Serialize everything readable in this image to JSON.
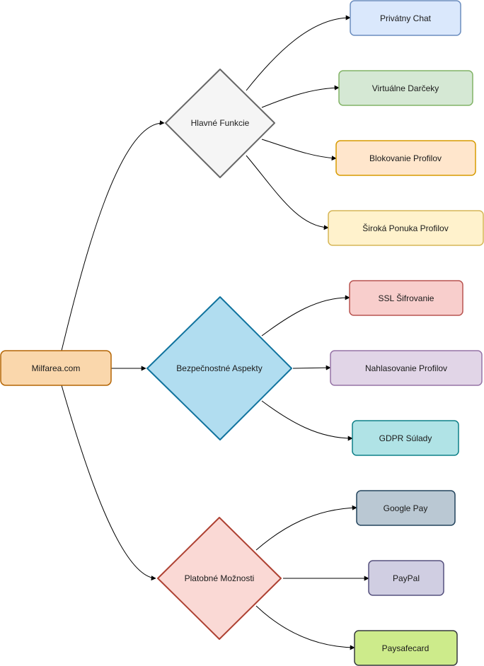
{
  "root": {
    "label": "Milfarea.com",
    "fill": "#fad7ac",
    "stroke": "#b46504"
  },
  "branches": [
    {
      "label": "Hlavné Funkcie",
      "fill": "#f5f5f5",
      "stroke": "#666666",
      "children": [
        {
          "label": "Privátny Chat",
          "fill": "#dae8fc",
          "stroke": "#6c8ebf"
        },
        {
          "label": "Virtuálne Darčeky",
          "fill": "#d5e8d4",
          "stroke": "#82b366"
        },
        {
          "label": "Blokovanie Profilov",
          "fill": "#ffe6cc",
          "stroke": "#d79b00"
        },
        {
          "label": "Široká Ponuka Profilov",
          "fill": "#fff2cc",
          "stroke": "#d6b656"
        }
      ]
    },
    {
      "label": "Bezpečnostné Aspekty",
      "fill": "#b1ddf0",
      "stroke": "#10739e",
      "children": [
        {
          "label": "SSL Šifrovanie",
          "fill": "#f8cecc",
          "stroke": "#b85450"
        },
        {
          "label": "Nahlasovanie Profilov",
          "fill": "#e1d5e7",
          "stroke": "#9673a6"
        },
        {
          "label": "GDPR Súlady",
          "fill": "#b0e3e6",
          "stroke": "#0e8088"
        }
      ]
    },
    {
      "label": "Platobné Možnosti",
      "fill": "#fad9d5",
      "stroke": "#ae4132",
      "children": [
        {
          "label": "Google Pay",
          "fill": "#bac8d3",
          "stroke": "#23445d"
        },
        {
          "label": "PayPal",
          "fill": "#d0cee2",
          "stroke": "#56517e"
        },
        {
          "label": "Paysafecard",
          "fill": "#cdeb8b",
          "stroke": "#36393d"
        }
      ]
    }
  ]
}
